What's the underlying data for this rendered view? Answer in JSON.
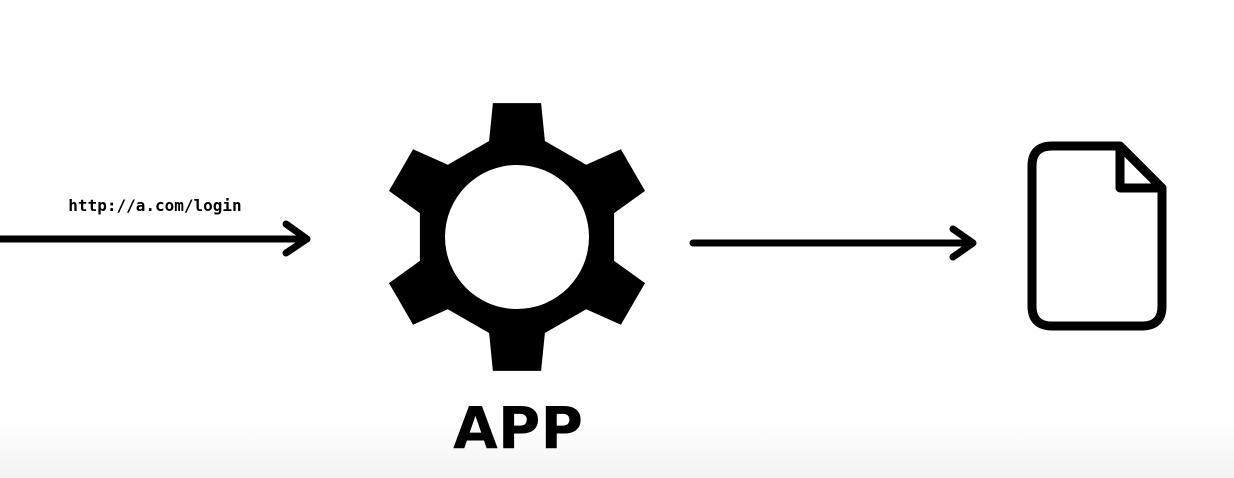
{
  "edges": [
    {
      "from": "",
      "to": "app",
      "label": "http://a.com/login"
    },
    {
      "from": "app",
      "to": "file",
      "label": ""
    }
  ],
  "nodes": {
    "app": {
      "label": "APP",
      "icon": "gear-icon"
    },
    "file": {
      "label": "",
      "icon": "file-icon"
    }
  },
  "colors": {
    "ink": "#000000",
    "background": "#ffffff"
  }
}
